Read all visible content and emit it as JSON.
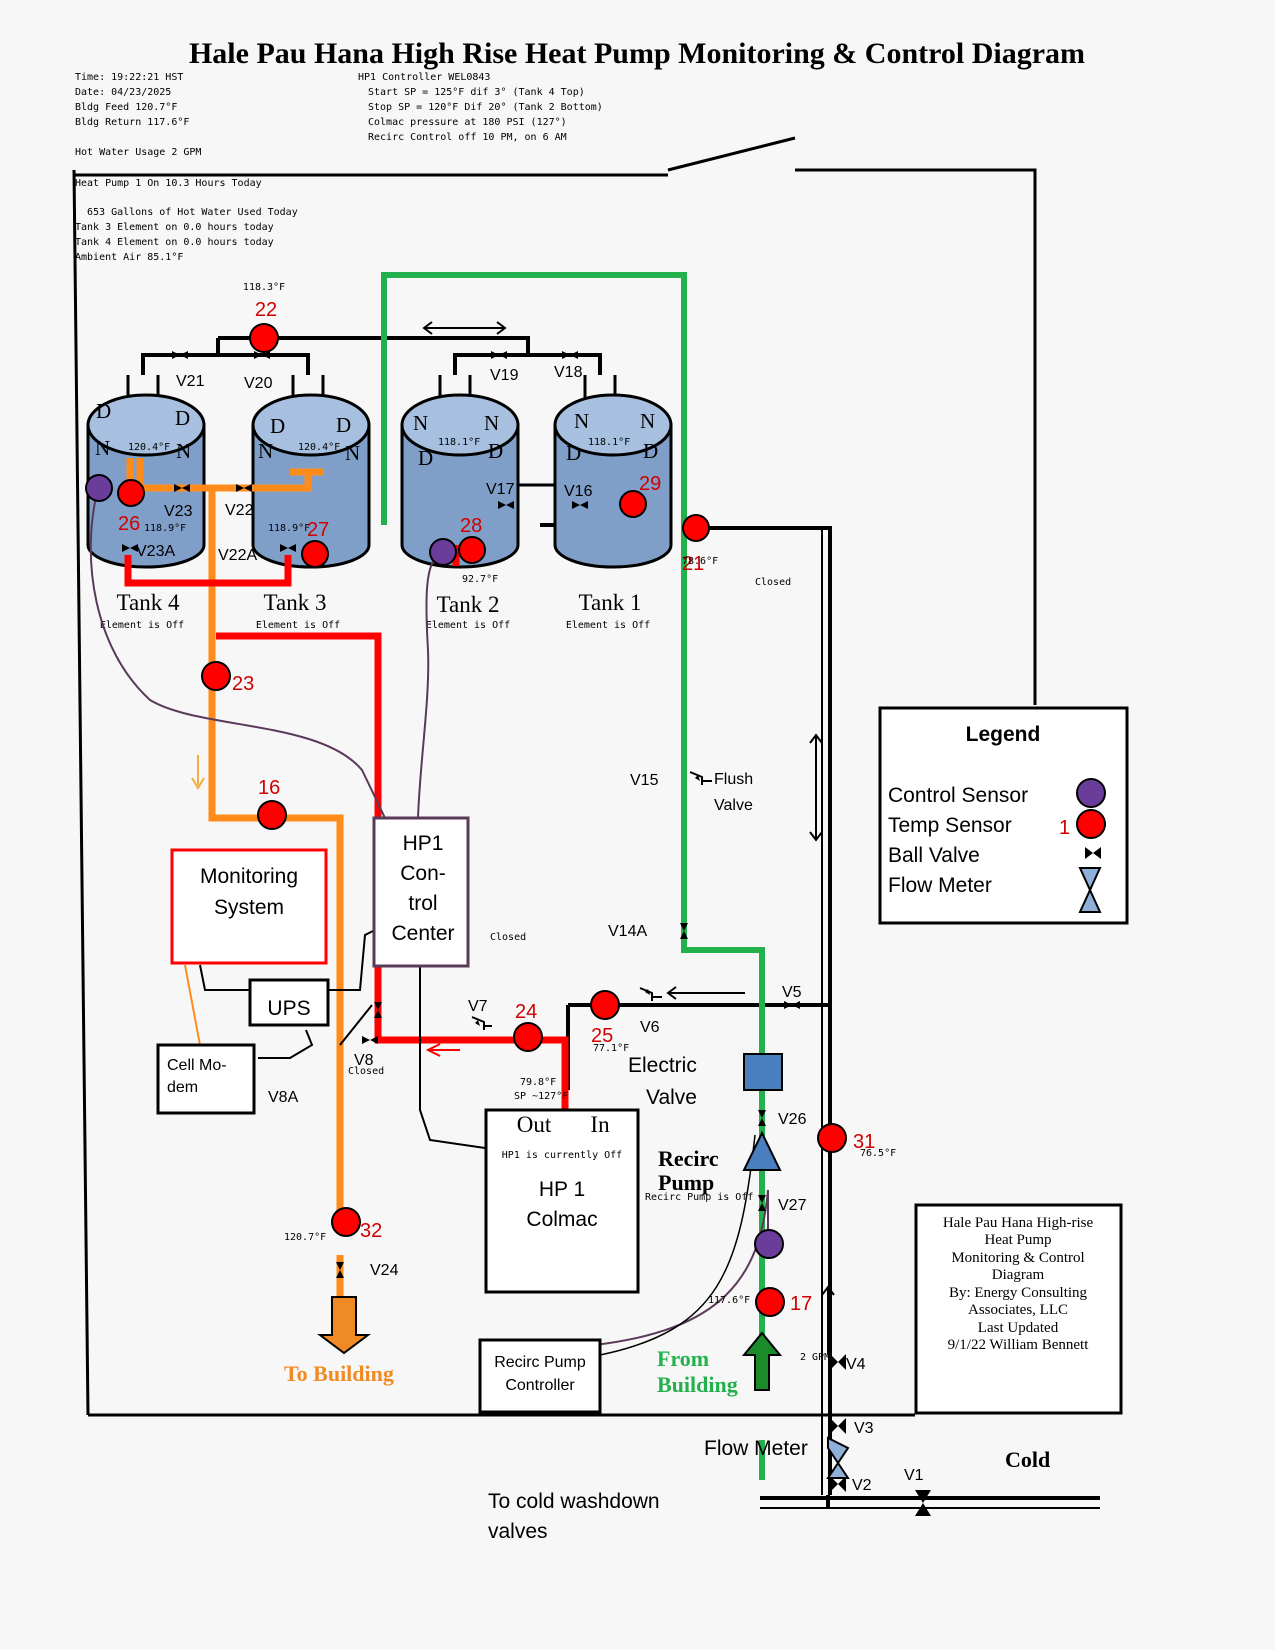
{
  "title": "Hale Pau Hana High Rise Heat Pump Monitoring & Control Diagram",
  "status_left": [
    "Time: 19:22:21 HST",
    "Date: 04/23/2025",
    "Bldg Feed 120.7°F",
    "Bldg Return 117.6°F"
  ],
  "hot_water_usage": "Hot Water Usage   2 GPM",
  "controller": {
    "name": "HP1 Controller WEL0843",
    "lines": [
      "Start SP = 125°F dif 3° (Tank 4 Top)",
      "Stop SP = 120°F Dif 20° (Tank 2 Bottom)",
      "Colmac pressure at 180 PSI (127°)",
      "Recirc Control off 10 PM, on 6 AM"
    ]
  },
  "daily": {
    "heat_pump_hours": "Heat Pump 1 On 10.3 Hours Today",
    "lines": [
      "653 Gallons of Hot Water Used Today",
      "Tank 3 Element on  0.0 hours today",
      "Tank 4 Element on  0.0 hours today",
      "Ambient Air  85.1°F"
    ]
  },
  "tanks": [
    {
      "label": "Tank 4",
      "element": "Element is Off",
      "top_temp": "120.4°F",
      "bottom_temp": "118.9°F"
    },
    {
      "label": "Tank 3",
      "element": "Element is Off",
      "top_temp": "120.4°F",
      "bottom_temp": "118.9°F"
    },
    {
      "label": "Tank 2",
      "element": "Element is Off",
      "top_temp": "118.1°F",
      "bottom_temp": "92.7°F"
    },
    {
      "label": "Tank 1",
      "element": "Element is Off",
      "top_temp": "118.1°F"
    }
  ],
  "sensors": {
    "s22": {
      "num": "22",
      "temp": "118.3°F"
    },
    "s26": {
      "num": "26"
    },
    "s27": {
      "num": "27"
    },
    "s28": {
      "num": "28"
    },
    "s29": {
      "num": "29"
    },
    "s21": {
      "num": "21",
      "temp": "78.6°F"
    },
    "s23": {
      "num": "23"
    },
    "s16": {
      "num": "16"
    },
    "s24": {
      "num": "24",
      "temp": "79.8°F",
      "sp": "SP ~127°F"
    },
    "s25": {
      "num": "25",
      "temp": "77.1°F"
    },
    "s31": {
      "num": "31",
      "temp": "76.5°F"
    },
    "s17": {
      "num": "17",
      "temp": "117.6°F"
    },
    "s32": {
      "num": "32",
      "temp": "120.7°F"
    }
  },
  "valves": {
    "v21": "V21",
    "v20": "V20",
    "v19": "V19",
    "v18": "V18",
    "v17": "V17",
    "v16": "V16",
    "v23": "V23",
    "v22": "V22",
    "v23a": "V23A",
    "v22a": "V22A",
    "v15": "V15",
    "v14a": "V14A",
    "v5": "V5",
    "v7": "V7",
    "v6": "V6",
    "v8": "V8",
    "v8a": "V8A",
    "v26": "V26",
    "v27": "V27",
    "v24": "V24",
    "v4": "V4",
    "v3": "V3",
    "v2": "V2",
    "v1": "V1"
  },
  "status_texts": {
    "closed_top": "Closed",
    "closed_mid": "Closed",
    "v8_closed": "Closed",
    "gpm": "2 GPM"
  },
  "boxes": {
    "monitoring": [
      "Monitoring",
      "System"
    ],
    "control_center": [
      "HP1",
      "Con-",
      "trol",
      "Center"
    ],
    "ups": "UPS",
    "cell_modem": [
      "Cell Mo-",
      "dem"
    ],
    "hp1": {
      "out": "Out",
      "in": "In",
      "status": "HP1 is currently Off",
      "name": [
        "HP 1",
        "Colmac"
      ]
    },
    "recirc_controller": [
      "Recirc Pump",
      "Controller"
    ]
  },
  "labels": {
    "flush_valve": [
      "Flush",
      "Valve"
    ],
    "electric_valve": [
      "Electric",
      "Valve"
    ],
    "recirc_pump": [
      "Recirc",
      "Pump"
    ],
    "recirc_status": "Recirc Pump is Off",
    "from_building": [
      "From",
      "Building"
    ],
    "to_building": "To Building",
    "flow_meter": "Flow Meter",
    "cold": "Cold",
    "washdown": [
      "To cold washdown",
      "valves"
    ]
  },
  "legend": {
    "title": "Legend",
    "items": [
      "Control Sensor",
      "Temp Sensor",
      "Ball Valve",
      "Flow Meter"
    ],
    "temp_num": "1"
  },
  "credits": [
    "Hale Pau Hana High-rise",
    "Heat Pump",
    "Monitoring & Control",
    "Diagram",
    "By: Energy Consulting",
    "Associates, LLC",
    "Last Updated",
    "9/1/22 William Bennett"
  ],
  "colors": {
    "hot": "#ff0000",
    "orange": "#ff8c1a",
    "green": "#22b14c",
    "tank": "#8fb0d8",
    "control": "#6a3d9a",
    "wire": "#5a3a5a"
  }
}
